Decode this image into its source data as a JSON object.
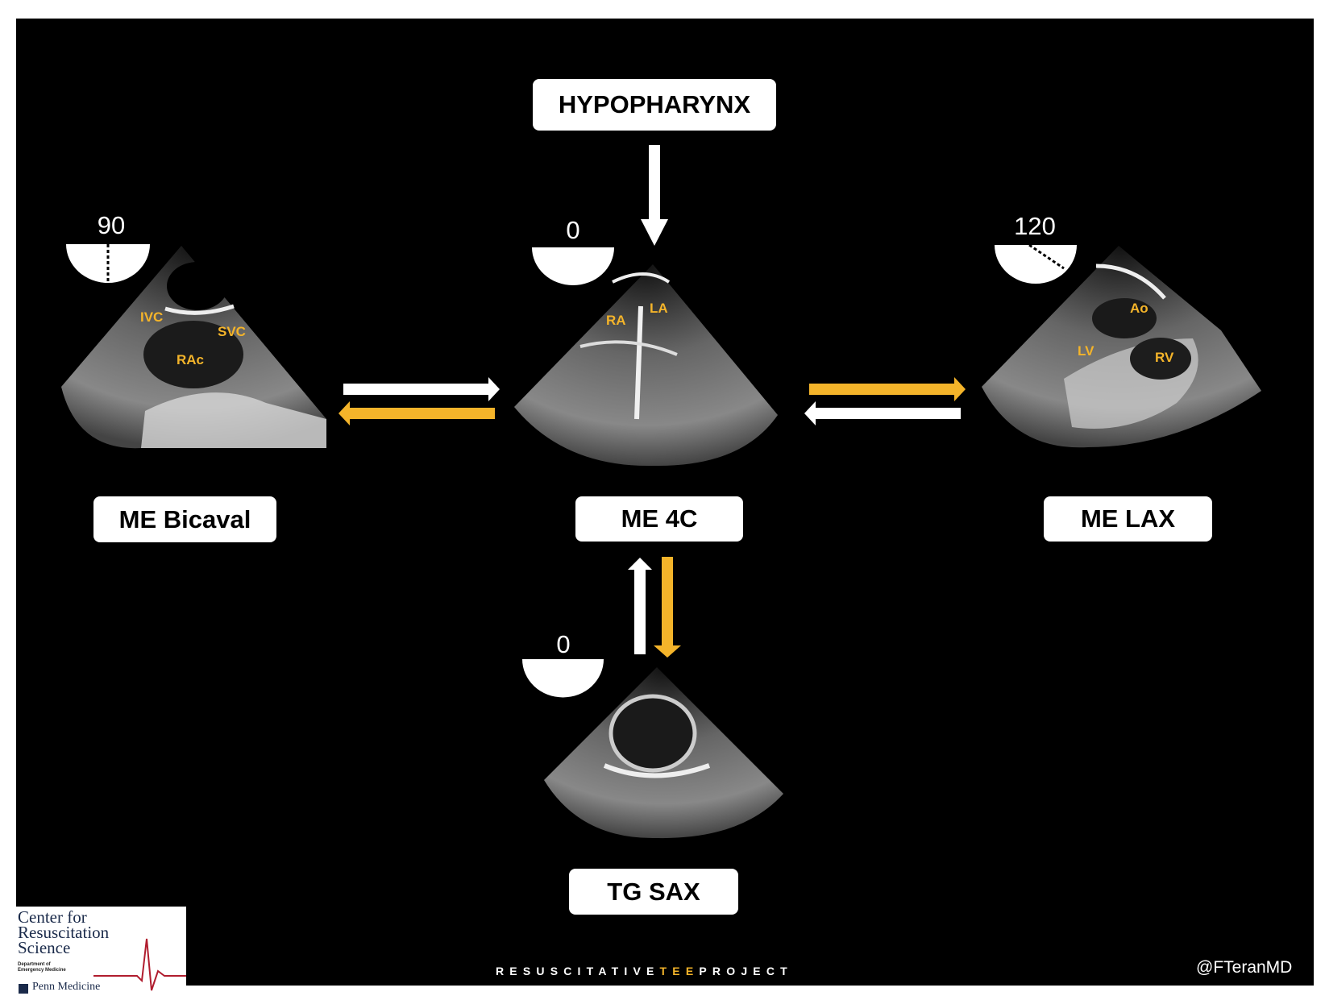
{
  "nodes": {
    "hypopharynx": "HYPOPHARYNX",
    "me_bicaval": "ME Bicaval",
    "me_4c": "ME 4C",
    "me_lax": "ME LAX",
    "tg_sax": "TG SAX"
  },
  "angles": {
    "bicaval": "90",
    "four_chamber": "0",
    "lax": "120",
    "tg_sax": "0"
  },
  "structures": {
    "bicaval": [
      "IVC",
      "SVC",
      "RAc"
    ],
    "four_chamber": [
      "RA",
      "LA"
    ],
    "lax": [
      "Ao",
      "LV",
      "RV"
    ]
  },
  "footer": {
    "pre": "RESUSCITATIVE",
    "accent": "TEE",
    "post": "PROJECT"
  },
  "handle": "@FTeranMD",
  "logo": {
    "line1": "Center for",
    "line2": "Resuscitation",
    "line3": "Science",
    "dept1": "Department of",
    "dept2": "Emergency Medicine",
    "org": "Penn Medicine"
  },
  "colors": {
    "background": "#000000",
    "accent": "#f4b42a",
    "arrow_white": "#ffffff",
    "logo_ecg": "#b01c2e"
  }
}
